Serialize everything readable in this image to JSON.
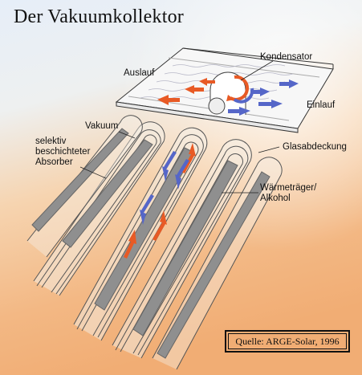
{
  "title": "Der Vakuumkollektor",
  "labels": {
    "auslauf": "Auslauf",
    "kondensator": "Kondensator",
    "einlauf": "Einlauf",
    "vakuum": "Vakuum",
    "absorber_line1": "selektiv",
    "absorber_line2": "beschichteter",
    "absorber_line3": "Absorber",
    "glasabdeckung": "Glasabdeckung",
    "waermetraeger_line1": "Wärmeträger/",
    "waermetraeger_line2": "Alkohol"
  },
  "source": "Quelle: ARGE-Solar, 1996",
  "colors": {
    "background_top": "#e6eef8",
    "background_bottom": "#f2b07a",
    "hot_arrow": "#e85a25",
    "cold_arrow": "#5566c8",
    "absorber": "#8f8f8f",
    "tube_outline": "#555555"
  }
}
